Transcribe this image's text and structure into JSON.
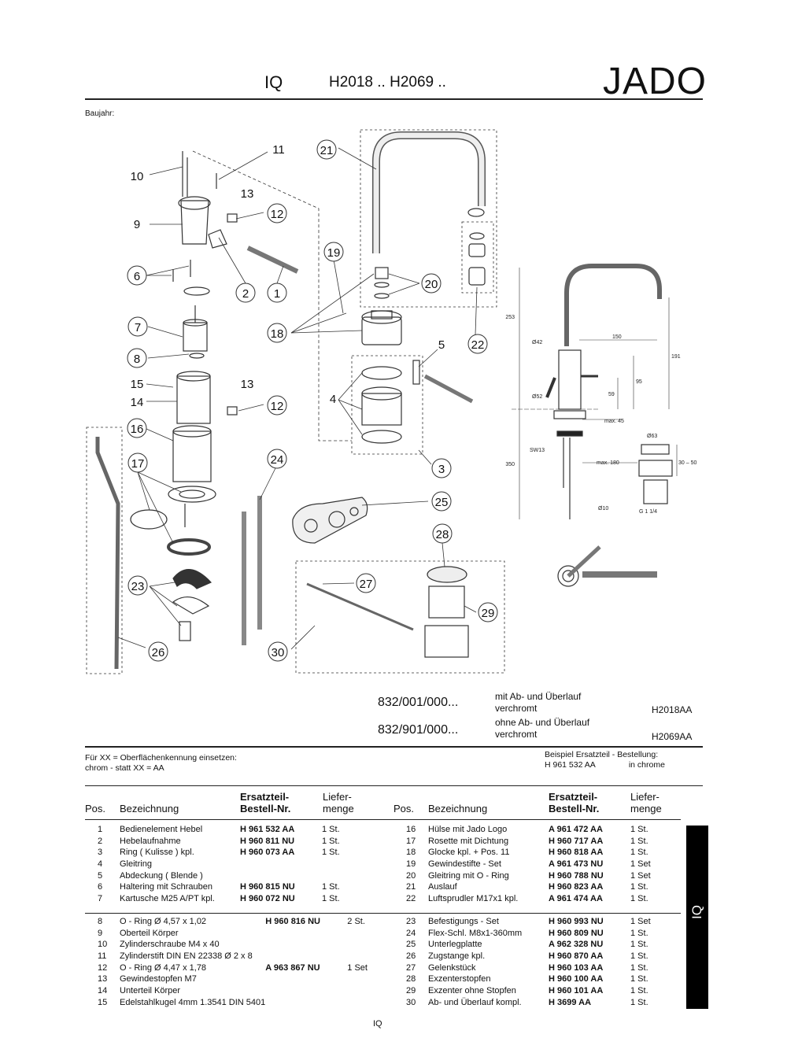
{
  "header": {
    "series": "IQ",
    "models": "H2018 ..  H2069 ..",
    "brand": "JADO",
    "baujahr": "Baujahr:"
  },
  "callouts": [
    "1",
    "2",
    "3",
    "4",
    "5",
    "6",
    "7",
    "8",
    "9",
    "10",
    "11",
    "12",
    "12",
    "13",
    "13",
    "14",
    "15",
    "16",
    "17",
    "18",
    "19",
    "20",
    "21",
    "22",
    "23",
    "24",
    "25",
    "26",
    "27",
    "28",
    "29",
    "30"
  ],
  "dimensions": {
    "d253": "253",
    "d191": "191",
    "d150": "150",
    "d42": "Ø42",
    "d95": "95",
    "d59": "59",
    "d52": "Ø52",
    "max45": "max. 45",
    "sw13": "SW13",
    "d63": "Ø63",
    "d3050": "30 – 50",
    "d350": "350",
    "max180": "max. 180",
    "d10": "Ø10",
    "g114": "G 1 1/4"
  },
  "orders": [
    {
      "code": "832/001/000...",
      "desc1": "mit Ab- und Überlauf",
      "desc2": "verchromt",
      "ref": "H2018AA"
    },
    {
      "code": "832/901/000...",
      "desc1": "ohne Ab- und Überlauf",
      "desc2": "verchromt",
      "ref": "H2069AA"
    }
  ],
  "notes": {
    "left1": "Für XX = Oberflächenkennung einsetzen:",
    "left2": "chrom - statt XX = AA",
    "right1": "Beispiel Ersatzteil - Bestellung:",
    "right2a": "H 961 532 AA",
    "right2b": "in chrome"
  },
  "table_headers": {
    "pos": "Pos.",
    "bez": "Bezeichnung",
    "nr1": "Ersatzteil-",
    "nr2": "Bestell-Nr.",
    "lm1": "Liefer-",
    "lm2": "menge"
  },
  "parts_left_a": [
    [
      "1",
      "Bedienelement Hebel",
      "H 961 532 AA",
      "1 St."
    ],
    [
      "2",
      "Hebelaufnahme",
      "H 960 811 NU",
      "1 St."
    ],
    [
      "3",
      "Ring ( Kulisse ) kpl.",
      "H 960 073 AA",
      "1 St."
    ],
    [
      "4",
      "Gleitring",
      "",
      ""
    ],
    [
      "5",
      "Abdeckung ( Blende )",
      "",
      ""
    ],
    [
      "6",
      "Haltering mit Schrauben",
      "H 960 815 NU",
      "1 St."
    ],
    [
      "7",
      "Kartusche M25 A/PT kpl.",
      "H 960 072 NU",
      "1 St."
    ]
  ],
  "parts_left_b": [
    [
      "8",
      "O - Ring Ø 4,57 x 1,02",
      "H 960 816 NU",
      "2 St."
    ],
    [
      "9",
      "Oberteil Körper",
      "",
      ""
    ],
    [
      "10",
      "Zylinderschraube M4 x 40",
      "",
      ""
    ],
    [
      "11",
      "Zylinderstift DIN EN 22338  Ø 2 x 8",
      "",
      ""
    ],
    [
      "12",
      "O - Ring  Ø 4,47 x 1,78",
      "A 963 867 NU",
      "1 Set"
    ],
    [
      "13",
      "Gewindestopfen M7",
      "",
      ""
    ],
    [
      "14",
      "Unterteil Körper",
      "",
      ""
    ],
    [
      "15",
      "Edelstahlkugel 4mm 1.3541 DIN 5401",
      "",
      ""
    ]
  ],
  "parts_right_a": [
    [
      "16",
      "Hülse mit Jado Logo",
      "A 961 472 AA",
      "1 St."
    ],
    [
      "17",
      "Rosette mit Dichtung",
      "H 960 717 AA",
      "1 St."
    ],
    [
      "18",
      "Glocke kpl. + Pos. 11",
      "H 960 818 AA",
      "1 St."
    ],
    [
      "19",
      "Gewindestifte - Set",
      "A 961 473 NU",
      "1 Set"
    ],
    [
      "20",
      "Gleitring mit O - Ring",
      "H 960 788 NU",
      "1 Set"
    ],
    [
      "21",
      "Auslauf",
      "H 960 823 AA",
      "1 St."
    ],
    [
      "22",
      "Luftsprudler M17x1 kpl.",
      "A 961 474 AA",
      "1 St."
    ]
  ],
  "parts_right_b": [
    [
      "23",
      "Befestigungs - Set",
      "H 960 993 NU",
      "1 Set"
    ],
    [
      "24",
      "Flex-Schl. M8x1-360mm",
      "H 960 809 NU",
      "1 St."
    ],
    [
      "25",
      "Unterlegplatte",
      "A 962 328 NU",
      "1 St."
    ],
    [
      "26",
      "Zugstange kpl.",
      "H 960 870 AA",
      "1 St."
    ],
    [
      "27",
      "Gelenkstück",
      "H 960 103 AA",
      "1 St."
    ],
    [
      "28",
      "Exzenterstopfen",
      "H 960 100 AA",
      "1 St."
    ],
    [
      "29",
      "Exzenter ohne Stopfen",
      "H 960 101 AA",
      "1 St."
    ],
    [
      "30",
      "Ab- und Überlauf kompl.",
      "H 3699 AA",
      "1 St."
    ]
  ],
  "sidebar": "IQ",
  "page_number": "IQ"
}
